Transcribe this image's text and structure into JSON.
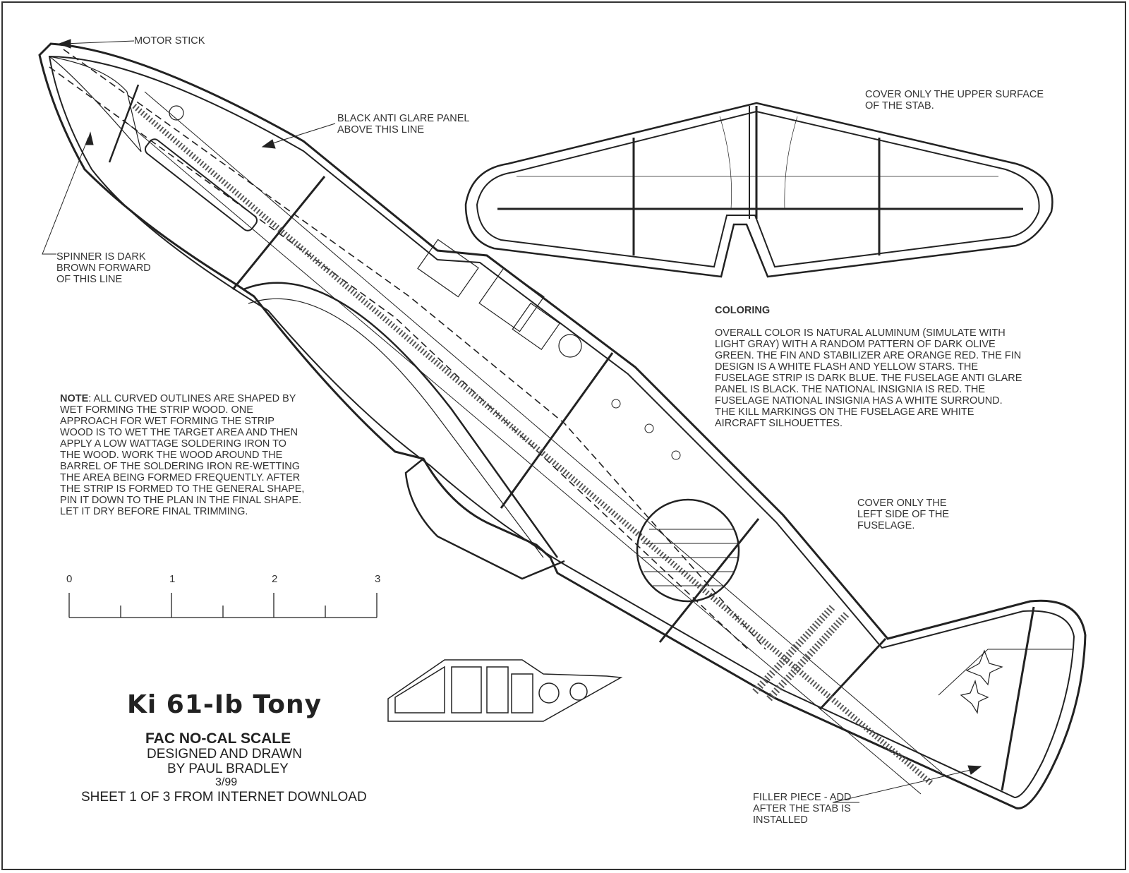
{
  "labels": {
    "motor_stick": "MOTOR STICK",
    "anti_glare": [
      "BLACK ANTI GLARE PANEL",
      "ABOVE THIS LINE"
    ],
    "spinner": [
      "SPINNER IS DARK",
      "BROWN FORWARD",
      "OF THIS LINE"
    ],
    "stab_cover": [
      "COVER ONLY THE UPPER SURFACE",
      "OF THE STAB."
    ],
    "fuselage_cover": [
      "COVER ONLY THE",
      "LEFT SIDE OF THE",
      "FUSELAGE."
    ],
    "filler": [
      "FILLER PIECE - ADD",
      "AFTER THE STAB IS",
      "INSTALLED"
    ]
  },
  "coloring": {
    "heading": "COLORING",
    "lines": [
      "OVERALL COLOR IS NATURAL ALUMINUM (SIMULATE WITH",
      "LIGHT GRAY)  WITH A RANDOM PATTERN OF DARK OLIVE",
      "GREEN. THE FIN AND STABILIZER ARE ORANGE RED. THE FIN",
      "DESIGN IS A WHITE FLASH AND YELLOW STARS. THE",
      "FUSELAGE STRIP IS DARK BLUE. THE FUSELAGE ANTI GLARE",
      "PANEL IS BLACK. THE NATIONAL INSIGNIA IS RED. THE",
      "FUSELAGE NATIONAL INSIGNIA HAS A WHITE SURROUND.",
      "THE KILL MARKINGS ON THE FUSELAGE ARE WHITE",
      "AIRCRAFT SILHOUETTES."
    ]
  },
  "note": {
    "heading": "NOTE",
    "first_line": ": ALL CURVED OUTLINES ARE SHAPED BY",
    "lines": [
      "WET FORMING THE STRIP WOOD. ONE",
      "APPROACH FOR WET FORMING THE STRIP",
      "WOOD IS TO WET THE TARGET AREA AND THEN",
      "APPLY A LOW WATTAGE SOLDERING IRON TO",
      "THE WOOD. WORK THE WOOD AROUND THE",
      "BARREL OF THE SOLDERING IRON RE-WETTING",
      "THE AREA BEING FORMED FREQUENTLY. AFTER",
      "THE STRIP IS FORMED TO THE GENERAL SHAPE,",
      "PIN IT DOWN TO THE PLAN IN THE FINAL SHAPE.",
      "LET IT DRY BEFORE FINAL TRIMMING."
    ]
  },
  "scale": {
    "ticks": [
      "0",
      "1",
      "2",
      "3"
    ]
  },
  "title_block": {
    "title": "Ki 61-Ib Tony",
    "subtitle": "FAC NO-CAL SCALE",
    "designed": "DESIGNED AND DRAWN",
    "author": "BY PAUL BRADLEY",
    "date": "3/99",
    "sheet": "SHEET 1 OF 3 FROM INTERNET DOWNLOAD"
  }
}
